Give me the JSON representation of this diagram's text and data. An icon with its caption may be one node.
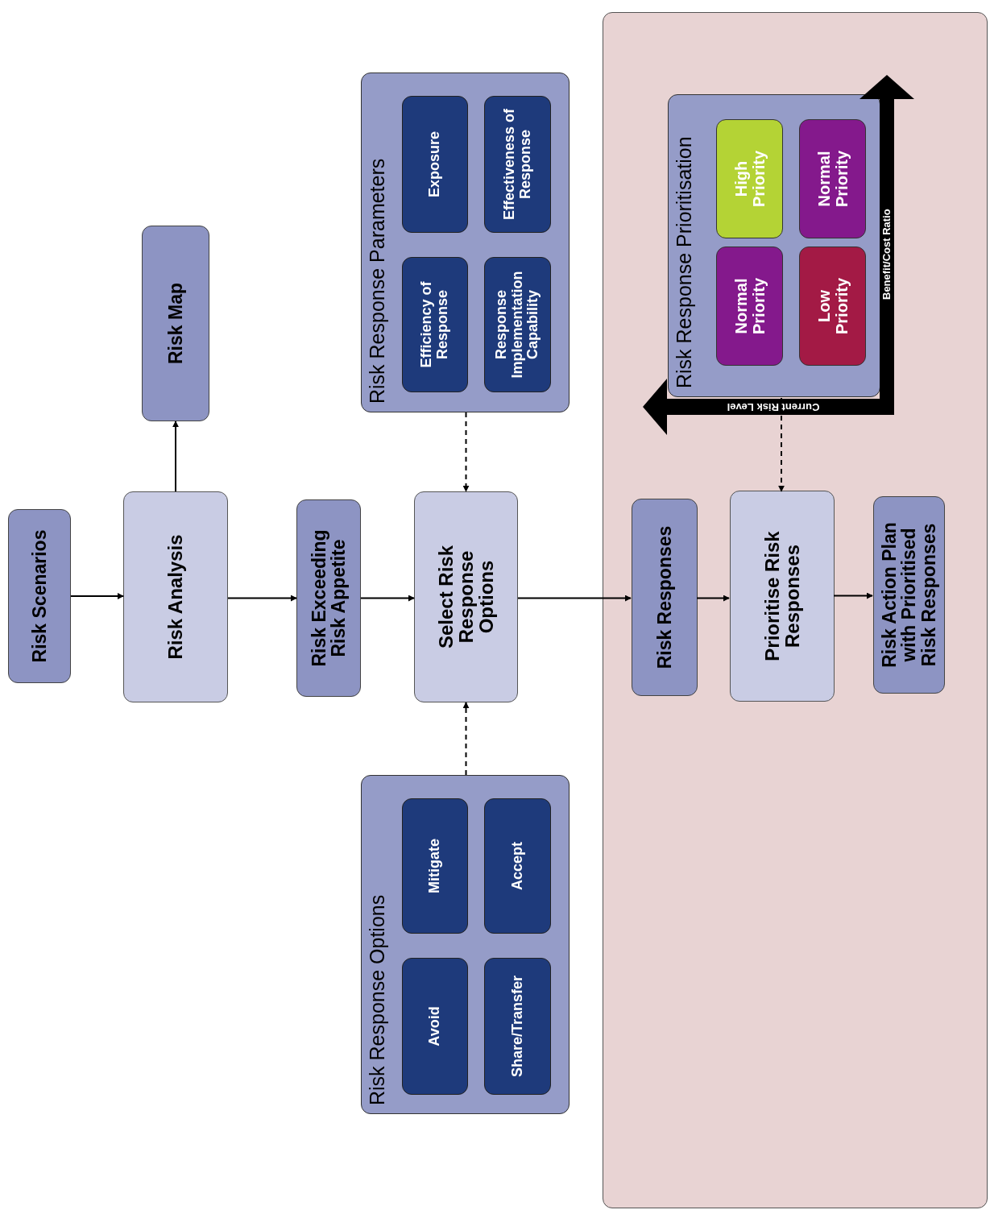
{
  "diagram": {
    "nodes": [
      {
        "text": [
          "Risk Scenarios"
        ]
      },
      {
        "text": [
          "Risk Analysis"
        ]
      },
      {
        "text": [
          "Risk Map"
        ]
      },
      {
        "text": [
          "Risk Exceeding Risk Appetite"
        ]
      },
      {
        "text": [
          "Select Risk Response Options"
        ]
      },
      {
        "text": [
          "Risk Response Parameters"
        ]
      },
      {
        "text": [
          "Efficiency of Response"
        ],
        "in": 5
      },
      {
        "text": [
          "Exposure"
        ],
        "in": 5
      },
      {
        "text": [
          "Response Implementation Capability"
        ],
        "in": 5
      },
      {
        "text": [
          "Effectiveness of Response"
        ],
        "in": 5
      },
      {
        "text": [
          "Risk Response Options"
        ]
      },
      {
        "text": [
          "Avoid"
        ],
        "in": 10
      },
      {
        "text": [
          "Mitigate"
        ],
        "in": 10
      },
      {
        "text": [
          "Share/Transfer"
        ],
        "in": 10
      },
      {
        "text": [
          "Accept"
        ],
        "in": 10
      },
      {
        "text": [],
        "shape": "box"
      },
      {
        "text": [
          "Risk Responses"
        ],
        "in": 15
      },
      {
        "text": [
          "Prioritise Risk Responses"
        ],
        "in": 15
      },
      {
        "text": [
          "Risk Action Plan with Prioritised Risk Responses"
        ],
        "in": 15
      },
      {
        "text": [
          "Risk Response Prioritisation"
        ],
        "in": 15
      },
      {
        "text": [
          "Normal Priority"
        ],
        "in": 19
      },
      {
        "text": [
          "High Priority"
        ],
        "in": 19
      },
      {
        "text": [
          "Low Priority"
        ],
        "in": 19
      },
      {
        "text": [
          "Normal Priority"
        ],
        "in": 19
      }
    ],
    "edges": [
      {
        "from": 0,
        "to": 1,
        "arrow": "to"
      },
      {
        "from": 1,
        "to": 2,
        "arrow": "to"
      },
      {
        "from": 1,
        "to": 3,
        "arrow": "to"
      },
      {
        "from": 3,
        "to": 4,
        "arrow": "to"
      },
      {
        "from": 5,
        "to": 4,
        "arrow": "to",
        "style": "dashed"
      },
      {
        "from": 10,
        "to": 4,
        "arrow": "to",
        "style": "dashed"
      },
      {
        "from": 4,
        "to": 16,
        "arrow": "to"
      },
      {
        "from": 16,
        "to": 17,
        "arrow": "to"
      },
      {
        "from": 19,
        "to": 17,
        "arrow": "to",
        "style": "dashed"
      },
      {
        "from": 17,
        "to": 18,
        "arrow": "to"
      }
    ],
    "labels": [
      "Current Risk Level",
      "Benefit/Cost Ratio"
    ]
  }
}
